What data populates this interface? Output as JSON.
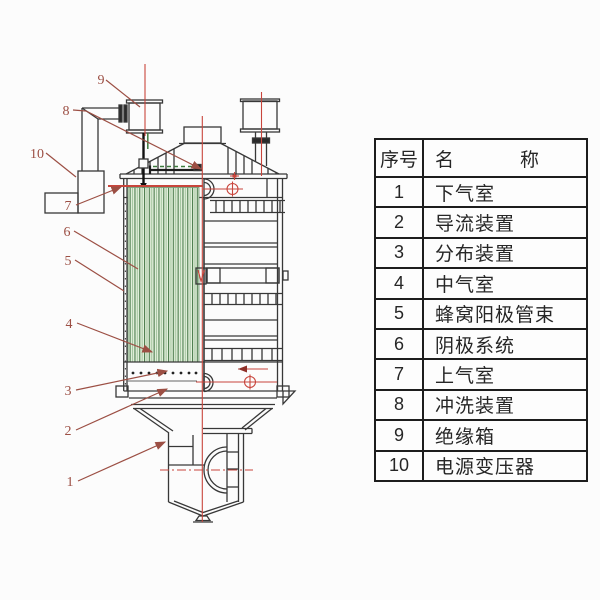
{
  "diagram": {
    "title_hint": "wet electrostatic precipitator sectional drawing",
    "callouts": [
      {
        "n": "1"
      },
      {
        "n": "2"
      },
      {
        "n": "3"
      },
      {
        "n": "4"
      },
      {
        "n": "5"
      },
      {
        "n": "6"
      },
      {
        "n": "7"
      },
      {
        "n": "8"
      },
      {
        "n": "9"
      },
      {
        "n": "10"
      }
    ],
    "colors": {
      "line": "#383838",
      "centerline_red": "#c8453c",
      "label_red": "#9c4f44",
      "tube_green_light": "#e2efdb",
      "tube_green_dark": "#4e7d4e"
    }
  },
  "table": {
    "header": {
      "no": "序号",
      "name_a": "名",
      "name_b": "称"
    },
    "rows": [
      {
        "no": "1",
        "name": "下气室"
      },
      {
        "no": "2",
        "name": "导流装置"
      },
      {
        "no": "3",
        "name": "分布装置"
      },
      {
        "no": "4",
        "name": "中气室"
      },
      {
        "no": "5",
        "name": "蜂窝阳极管束"
      },
      {
        "no": "6",
        "name": "阴极系统"
      },
      {
        "no": "7",
        "name": "上气室"
      },
      {
        "no": "8",
        "name": "冲洗装置"
      },
      {
        "no": "9",
        "name": "绝缘箱"
      },
      {
        "no": "10",
        "name": "电源变压器"
      }
    ]
  }
}
